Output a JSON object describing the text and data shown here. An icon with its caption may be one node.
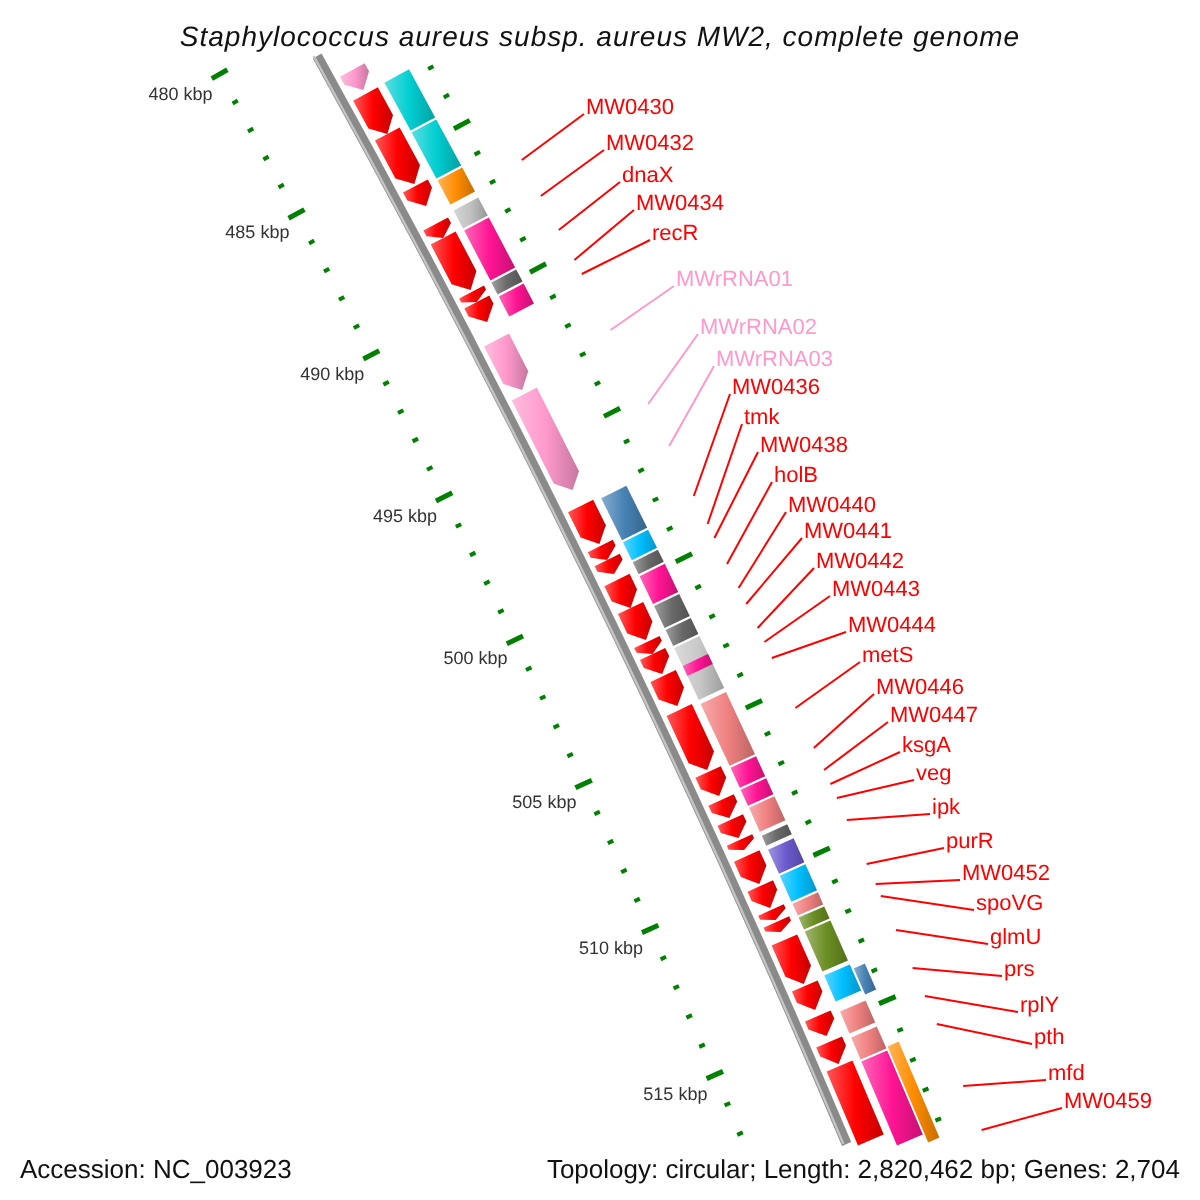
{
  "diagram": {
    "title": "Staphylococcus aureus subsp. aureus MW2, complete genome",
    "nodes": [
      {
        "text": [
          "MW0430"
        ]
      },
      {
        "text": [
          "MW0432"
        ]
      },
      {
        "text": [
          "dnaX"
        ]
      },
      {
        "text": [
          "MW0434"
        ]
      },
      {
        "text": [
          "recR"
        ]
      },
      {
        "text": [
          "MWrRNA01"
        ]
      },
      {
        "text": [
          "MWrRNA02"
        ]
      },
      {
        "text": [
          "MWrRNA03"
        ]
      },
      {
        "text": [
          "MW0436"
        ]
      },
      {
        "text": [
          "tmk"
        ]
      },
      {
        "text": [
          "MW0438"
        ]
      },
      {
        "text": [
          "holB"
        ]
      },
      {
        "text": [
          "MW0440"
        ]
      },
      {
        "text": [
          "MW0441"
        ]
      },
      {
        "text": [
          "MW0442"
        ]
      },
      {
        "text": [
          "MW0443"
        ]
      },
      {
        "text": [
          "MW0444"
        ]
      },
      {
        "text": [
          "metS"
        ]
      },
      {
        "text": [
          "MW0446"
        ]
      },
      {
        "text": [
          "MW0447"
        ]
      },
      {
        "text": [
          "ksgA"
        ]
      },
      {
        "text": [
          "veg"
        ]
      },
      {
        "text": [
          "ipk"
        ]
      },
      {
        "text": [
          "purR"
        ]
      },
      {
        "text": [
          "MW0452"
        ]
      },
      {
        "text": [
          "spoVG"
        ]
      },
      {
        "text": [
          "glmU"
        ]
      },
      {
        "text": [
          "prs"
        ]
      },
      {
        "text": [
          "rplY"
        ]
      },
      {
        "text": [
          "pth"
        ]
      },
      {
        "text": [
          "mfd"
        ]
      },
      {
        "text": [
          "MW0459"
        ]
      }
    ],
    "edges": [
      {
        "from": 0,
        "to": null,
        "arrow": "none"
      },
      {
        "from": 1,
        "to": null,
        "arrow": "none"
      },
      {
        "from": 2,
        "to": null,
        "arrow": "none"
      },
      {
        "from": 3,
        "to": null,
        "arrow": "none"
      },
      {
        "from": 4,
        "to": null,
        "arrow": "none"
      },
      {
        "from": 5,
        "to": null,
        "arrow": "none",
        "color": "#ff99cc"
      },
      {
        "from": 6,
        "to": null,
        "arrow": "none",
        "color": "#ff99cc"
      },
      {
        "from": 7,
        "to": null,
        "arrow": "none",
        "color": "#ff99cc"
      },
      {
        "from": 8,
        "to": null,
        "arrow": "none"
      },
      {
        "from": 9,
        "to": null,
        "arrow": "none"
      },
      {
        "from": 10,
        "to": null,
        "arrow": "none"
      },
      {
        "from": 11,
        "to": null,
        "arrow": "none"
      },
      {
        "from": 12,
        "to": null,
        "arrow": "none"
      },
      {
        "from": 13,
        "to": null,
        "arrow": "none"
      },
      {
        "from": 14,
        "to": null,
        "arrow": "none"
      },
      {
        "from": 15,
        "to": null,
        "arrow": "none"
      },
      {
        "from": 16,
        "to": null,
        "arrow": "none"
      },
      {
        "from": 17,
        "to": null,
        "arrow": "none"
      },
      {
        "from": 18,
        "to": null,
        "arrow": "none"
      },
      {
        "from": 19,
        "to": null,
        "arrow": "none"
      },
      {
        "from": 20,
        "to": null,
        "arrow": "none"
      },
      {
        "from": 21,
        "to": null,
        "arrow": "none"
      },
      {
        "from": 22,
        "to": null,
        "arrow": "none"
      },
      {
        "from": 23,
        "to": null,
        "arrow": "none"
      },
      {
        "from": 24,
        "to": null,
        "arrow": "none"
      },
      {
        "from": 25,
        "to": null,
        "arrow": "none"
      },
      {
        "from": 26,
        "to": null,
        "arrow": "none"
      },
      {
        "from": 27,
        "to": null,
        "arrow": "none"
      },
      {
        "from": 28,
        "to": null,
        "arrow": "none"
      },
      {
        "from": 29,
        "to": null,
        "arrow": "none"
      },
      {
        "from": 30,
        "to": null,
        "arrow": "none"
      },
      {
        "from": 31,
        "to": null,
        "arrow": "none"
      }
    ],
    "labels": [
      "480 kbp",
      "485 kbp",
      "490 kbp",
      "495 kbp",
      "500 kbp",
      "505 kbp",
      "510 kbp",
      "515 kbp",
      "Accession: NC_003923",
      "Topology: circular; Length: 2,820,462 bp; Genes: 2,704"
    ]
  }
}
